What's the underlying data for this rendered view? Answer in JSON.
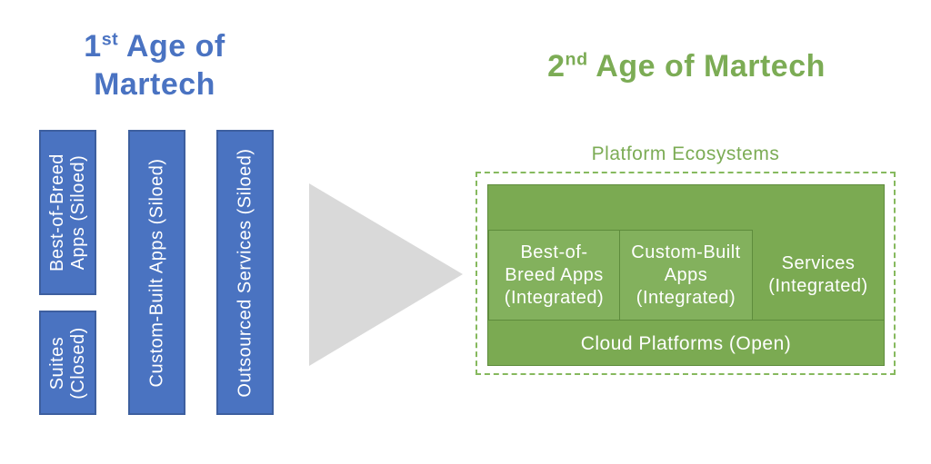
{
  "left": {
    "title": {
      "number": "1",
      "ordinal": "st",
      "suffix": " Age of",
      "line2": "Martech"
    },
    "bars": [
      {
        "label": "Best-of-Breed\nApps (Siloed)"
      },
      {
        "label": "Suites\n(Closed)"
      },
      {
        "label": "Custom-Built Apps (Siloed)"
      },
      {
        "label": "Outsourced Services (Siloed)"
      }
    ]
  },
  "right": {
    "title": {
      "number": "2",
      "ordinal": "nd",
      "suffix": " Age of Martech"
    },
    "ecosystem_label": "Platform Ecosystems",
    "apps": [
      {
        "label": "Best-of-\nBreed Apps\n(Integrated)"
      },
      {
        "label": "Custom-Built\nApps\n(Integrated)"
      }
    ],
    "services_label": "Services\n(Integrated)",
    "cloud_label": "Cloud Platforms (Open)"
  },
  "colors": {
    "blue_fill": "#4A73C1",
    "blue_border": "#3D5F9F",
    "blue_title": "#4A73C2",
    "green_fill": "#7BAA52",
    "green_inner_fill": "#83B15D",
    "green_border": "#5E8C3C",
    "green_dashed": "#86B95E",
    "green_title": "#7CAC55",
    "arrow_gray": "#D9D9D9",
    "text_white": "#FFFFFF"
  }
}
